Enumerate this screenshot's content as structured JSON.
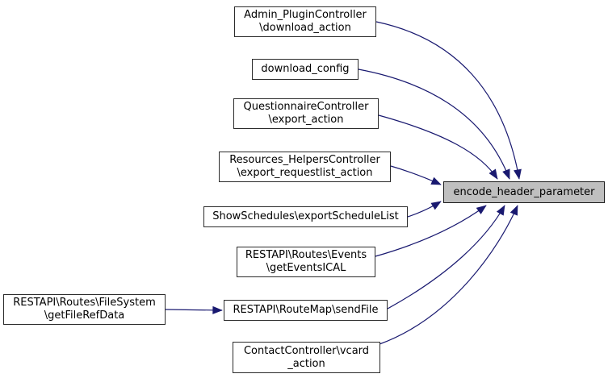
{
  "diagram": {
    "type": "call-graph",
    "colors": {
      "edge": "#191970",
      "node_border": "#2b2b2b",
      "node_fill": "#ffffff",
      "highlight_fill": "#bfbfbf",
      "text": "#000000"
    },
    "target": {
      "id": "encode-header-parameter",
      "label": "encode_header_parameter"
    },
    "nodes": [
      {
        "id": "admin-plugincontroller-download-action",
        "label": "Admin_PluginController\n\\download_action"
      },
      {
        "id": "download-config",
        "label": "download_config"
      },
      {
        "id": "questionnairecontroller-export-action",
        "label": "QuestionnaireController\n\\export_action"
      },
      {
        "id": "resources-helperscontroller-export-requestlist-action",
        "label": "Resources_HelpersController\n\\export_requestlist_action"
      },
      {
        "id": "showschedules-exportschedulelist",
        "label": "ShowSchedules\\exportScheduleList"
      },
      {
        "id": "restapi-routes-events-geteventsical",
        "label": "RESTAPI\\Routes\\Events\n\\getEventsICAL"
      },
      {
        "id": "restapi-routes-filesystem-getfilerefdata",
        "label": "RESTAPI\\Routes\\FileSystem\n\\getFileRefData"
      },
      {
        "id": "restapi-routemap-sendfile",
        "label": "RESTAPI\\RouteMap\\sendFile"
      },
      {
        "id": "contactcontroller-vcard-action",
        "label": "ContactController\\vcard\n_action"
      }
    ],
    "edges": [
      {
        "from": "admin-plugincontroller-download-action",
        "to": "encode-header-parameter"
      },
      {
        "from": "download-config",
        "to": "encode-header-parameter"
      },
      {
        "from": "questionnairecontroller-export-action",
        "to": "encode-header-parameter"
      },
      {
        "from": "resources-helperscontroller-export-requestlist-action",
        "to": "encode-header-parameter"
      },
      {
        "from": "showschedules-exportschedulelist",
        "to": "encode-header-parameter"
      },
      {
        "from": "restapi-routes-events-geteventsical",
        "to": "encode-header-parameter"
      },
      {
        "from": "restapi-routes-filesystem-getfilerefdata",
        "to": "restapi-routemap-sendfile"
      },
      {
        "from": "restapi-routemap-sendfile",
        "to": "encode-header-parameter"
      },
      {
        "from": "contactcontroller-vcard-action",
        "to": "encode-header-parameter"
      }
    ]
  }
}
